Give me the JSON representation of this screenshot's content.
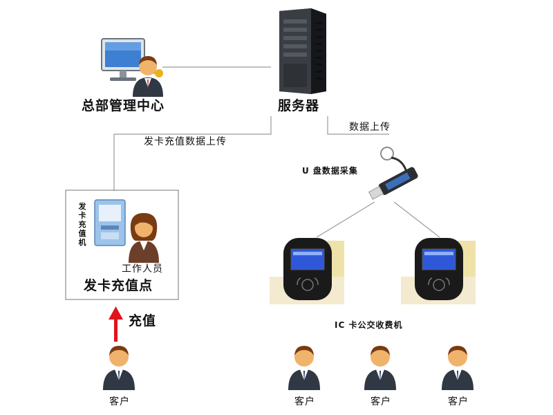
{
  "labels": {
    "hq": "总部管理中心",
    "server": "服务器",
    "upload_top": "数据上传",
    "upload_left": "发卡充值数据上传",
    "usb": "U 盘数据采集",
    "station_vertical": "发卡充值机",
    "staff": "工作人员",
    "station": "发卡充值点",
    "recharge": "充值",
    "pos": "IC 卡公交收费机",
    "customer": "客户"
  },
  "customers": [
    {
      "label": "客户"
    },
    {
      "label": "客户"
    },
    {
      "label": "客户"
    },
    {
      "label": "客户"
    }
  ],
  "colors": {
    "line": "#9a9a9a",
    "arrow": "#e0141a",
    "server": "#2c2f33",
    "monitor_screen": "#3d7fd1",
    "device": "#1a1a1a",
    "device_screen": "#2f58d8",
    "skin": "#f0b36c",
    "hair": "#7a3a12",
    "suit": "#303844"
  }
}
